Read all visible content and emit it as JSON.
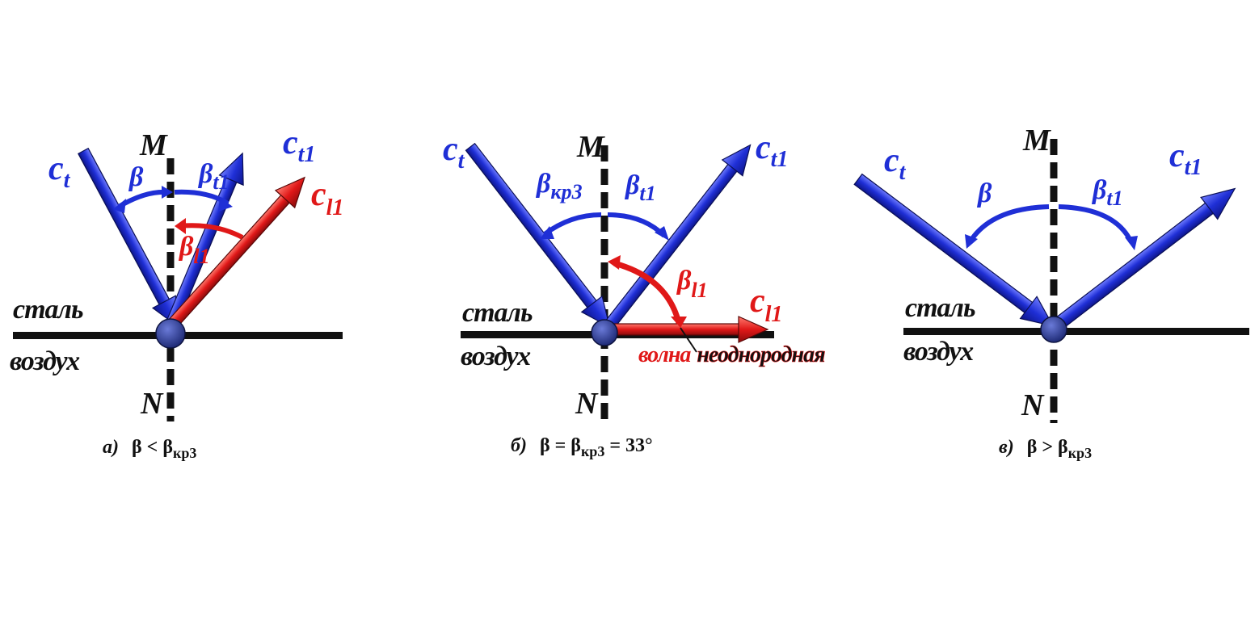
{
  "panels": [
    {
      "id": "a",
      "medium_top": "сталь",
      "medium_bottom": "воздух",
      "normal_top": "M",
      "normal_bottom": "N",
      "incident": {
        "base": "c",
        "sub": "t"
      },
      "refl_transverse": {
        "base": "c",
        "sub": "t1"
      },
      "refl_longitudinal": {
        "base": "c",
        "sub": "l1"
      },
      "angle_incident": {
        "base": "β",
        "sub": ""
      },
      "angle_transverse": {
        "base": "β",
        "sub": "t1"
      },
      "angle_longitudinal": {
        "base": "β",
        "sub": "l1"
      },
      "caption_letter": "а)",
      "caption_expr": {
        "pre": "β < β",
        "sub": "кр3",
        "post": ""
      }
    },
    {
      "id": "b",
      "medium_top": "сталь",
      "medium_bottom": "воздух",
      "normal_top": "M",
      "normal_bottom": "N",
      "incident": {
        "base": "c",
        "sub": "t"
      },
      "refl_transverse": {
        "base": "c",
        "sub": "t1"
      },
      "refl_longitudinal": {
        "base": "c",
        "sub": "l1"
      },
      "angle_incident": {
        "base": "β",
        "sub": "кр3"
      },
      "angle_transverse": {
        "base": "β",
        "sub": "t1"
      },
      "angle_longitudinal": {
        "base": "β",
        "sub": "l1"
      },
      "wave_word1": "волна",
      "wave_word2": "неоднородная",
      "caption_letter": "б)",
      "caption_expr": {
        "pre": "β = β",
        "sub": "кр3",
        "post": " = 33°"
      }
    },
    {
      "id": "c",
      "medium_top": "сталь",
      "medium_bottom": "воздух",
      "normal_top": "M",
      "normal_bottom": "N",
      "incident": {
        "base": "c",
        "sub": "t"
      },
      "refl_transverse": {
        "base": "c",
        "sub": "t1"
      },
      "angle_incident": {
        "base": "β",
        "sub": ""
      },
      "angle_transverse": {
        "base": "β",
        "sub": "t1"
      },
      "caption_letter": "в)",
      "caption_expr": {
        "pre": "β > β",
        "sub": "кр3",
        "post": ""
      }
    }
  ],
  "colors": {
    "transverse": "#1f2fd6",
    "longitudinal": "#e01818",
    "boundary": "#111111",
    "point": "#1f2f8f"
  }
}
